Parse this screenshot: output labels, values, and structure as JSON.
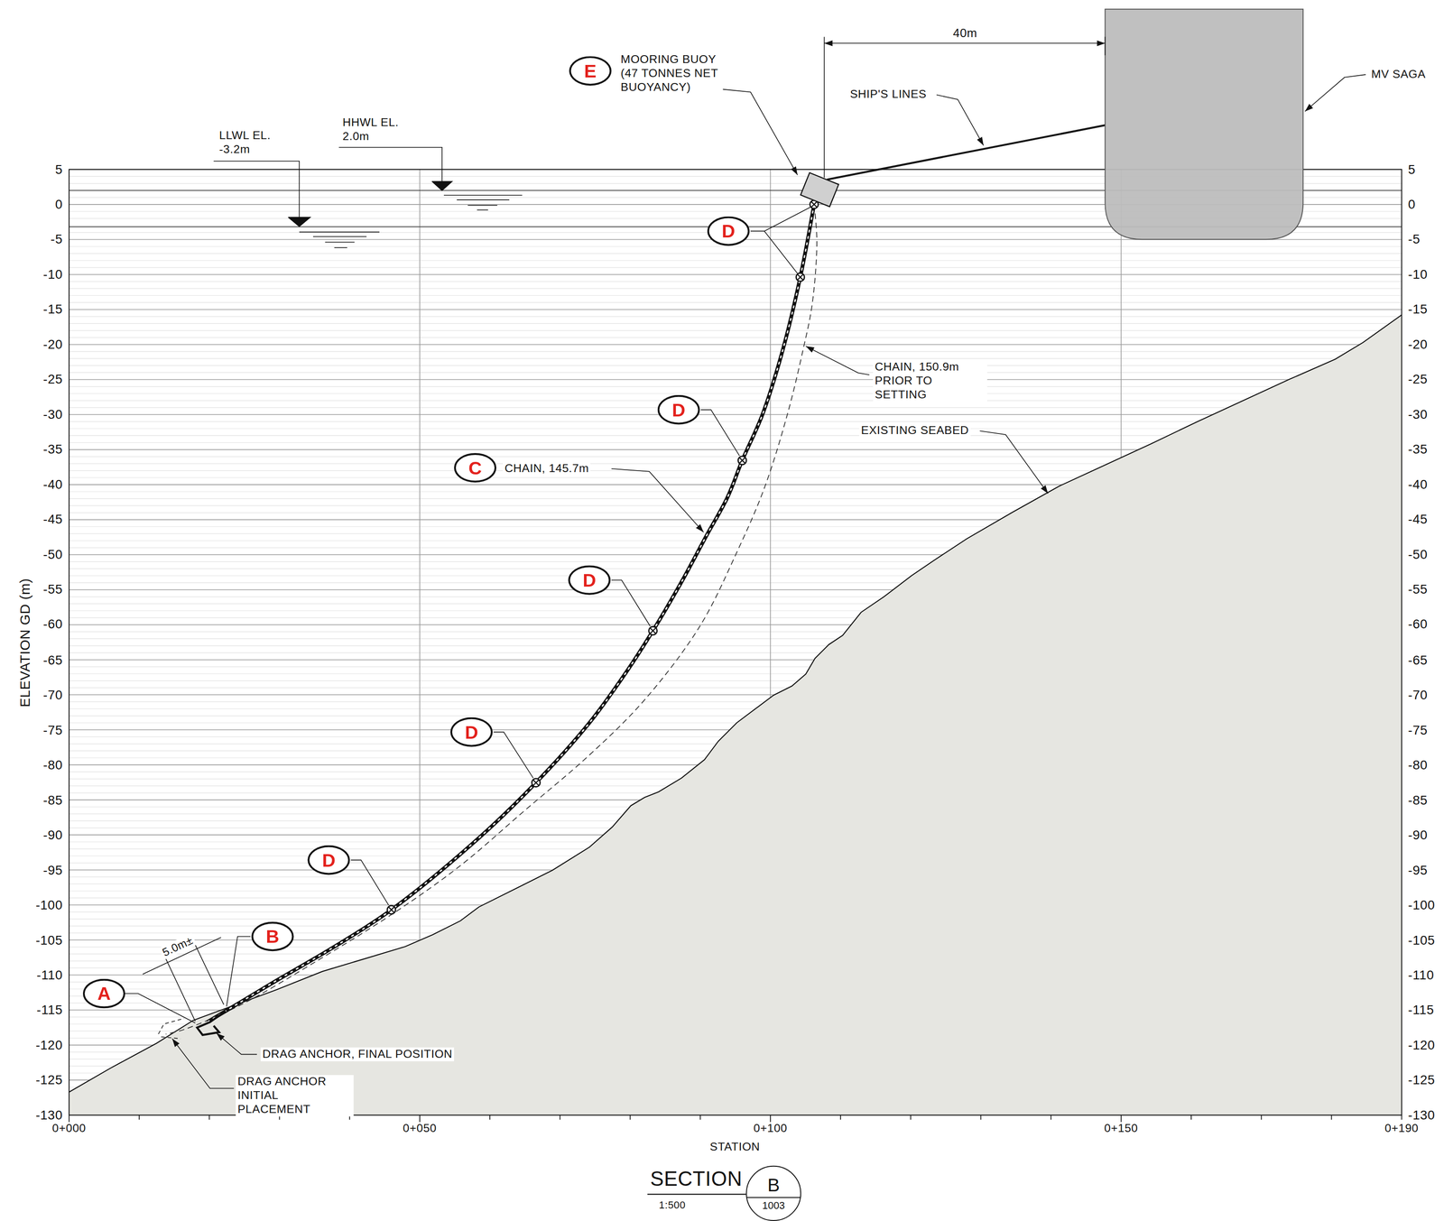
{
  "diagram": {
    "nodes": [
      {
        "text": [
          "E"
        ]
      },
      {
        "text": [
          "D"
        ]
      },
      {
        "text": [
          "D"
        ]
      },
      {
        "text": [
          "C"
        ]
      },
      {
        "text": [
          "D"
        ]
      },
      {
        "text": [
          "D"
        ]
      },
      {
        "text": [
          "D"
        ]
      },
      {
        "text": [
          "B"
        ]
      },
      {
        "text": [
          "A"
        ]
      },
      {
        "text": [
          "B",
          "1003"
        ]
      }
    ],
    "labels": [
      "5",
      "0",
      "-5",
      "-10",
      "-15",
      "-20",
      "-25",
      "-30",
      "-35",
      "-40",
      "-45",
      "-50",
      "-55",
      "-60",
      "-65",
      "-70",
      "-75",
      "-80",
      "-85",
      "-90",
      "-95",
      "-100",
      "-105",
      "-110",
      "-115",
      "-120",
      "-125",
      "-130",
      "5",
      "0",
      "-5",
      "-10",
      "-15",
      "-20",
      "-25",
      "-30",
      "-35",
      "-40",
      "-45",
      "-50",
      "-55",
      "-60",
      "-65",
      "-70",
      "-75",
      "-80",
      "-85",
      "-90",
      "-95",
      "-100",
      "-105",
      "-110",
      "-115",
      "-120",
      "-125",
      "-130",
      "0+000",
      "0+050",
      "0+100",
      "0+150",
      "0+190",
      "STATION",
      "ELEVATION GD (m)",
      "40m",
      "MOORING BUOY (47 TONNES NET BUOYANCY)",
      "SHIP'S LINES",
      "MV SAGA",
      "LLWL EL. -3.2m",
      "HHWL EL. 2.0m",
      "CHAIN, 150.9m PRIOR TO SETTING",
      "EXISTING SEABED",
      "CHAIN, 145.7m",
      "5.0m±",
      "DRAG ANCHOR, FINAL POSITION",
      "DRAG ANCHOR INITIAL PLACEMENT",
      "SECTION",
      "1:500"
    ]
  }
}
